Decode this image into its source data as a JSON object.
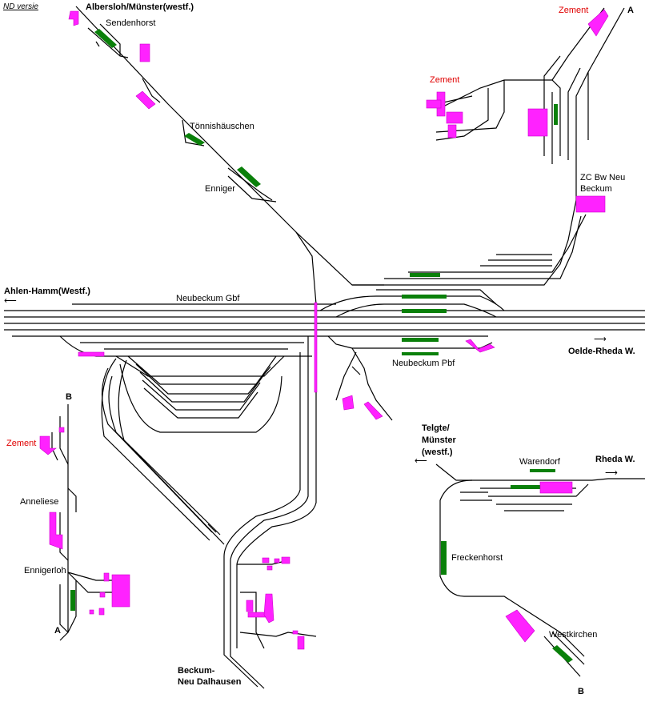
{
  "labels": {
    "version": "ND versie",
    "albersloh": "Albersloh/Münster(westf.)",
    "sendenhorst": "Sendenhorst",
    "toennishaeuschen": "Tönnishäuschen",
    "enniger": "Enniger",
    "zement_a": "Zement",
    "marker_a_top": "A",
    "zement_b": "Zement",
    "zc_bw_1": "ZC Bw Neu",
    "zc_bw_2": "Beckum",
    "ahlen": "Ahlen-Hamm(Westf.)",
    "neubeckum_gbf": "Neubeckum Gbf",
    "oelde": "Oelde-Rheda W.",
    "neubeckum_pbf": "Neubeckum Pbf",
    "marker_b_left": "B",
    "zement_c": "Zement",
    "anneliese": "Anneliese",
    "ennigerloh": "Ennigerloh",
    "marker_a_left": "A",
    "telgte_1": "Telgte/",
    "telgte_2": "Münster",
    "telgte_3": "(westf.)",
    "rheda": "Rheda W.",
    "warendorf": "Warendorf",
    "freckenhorst": "Freckenhorst",
    "westkirchen": "Westkirchen",
    "marker_b_bottom": "B",
    "beckum_1": "Beckum-",
    "beckum_2": "Neu Dalhausen"
  },
  "colors": {
    "track": "#000000",
    "platform": "#0a800a",
    "industry": "#ff22ff",
    "background": "#ffffff",
    "zement_label": "#e00000"
  }
}
